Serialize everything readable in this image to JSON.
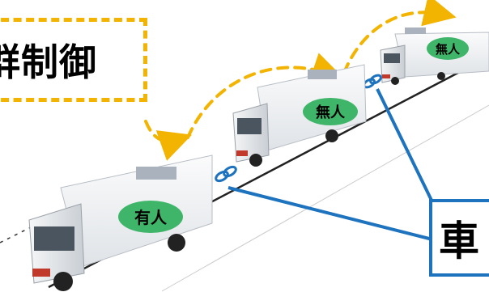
{
  "control_label": "群制御",
  "link_label": "車",
  "trucks": [
    {
      "role": "front",
      "badge": "無人"
    },
    {
      "role": "middle",
      "badge": "無人"
    },
    {
      "role": "rear",
      "badge": "有人"
    }
  ],
  "colors": {
    "dashed_arrow": "#f2b400",
    "link_line": "#1e73be",
    "badge": "#3fb56a",
    "cab": "#e9ecef",
    "cargo": "#f4f5f6",
    "road": "#222222"
  }
}
